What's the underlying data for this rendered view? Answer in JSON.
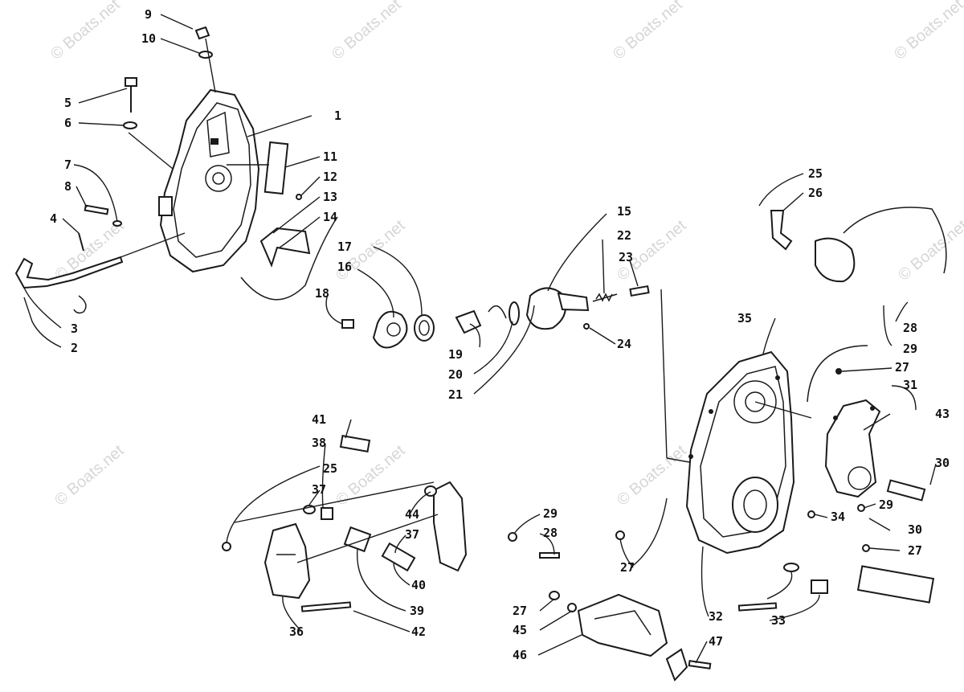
{
  "watermark": "© Boats.net",
  "callouts": [
    "1",
    "2",
    "3",
    "4",
    "5",
    "6",
    "7",
    "8",
    "9",
    "10",
    "11",
    "12",
    "13",
    "14",
    "15",
    "16",
    "17",
    "18",
    "19",
    "20",
    "21",
    "22",
    "23",
    "24",
    "25",
    "26",
    "27",
    "28",
    "29",
    "30",
    "31",
    "32",
    "33",
    "34",
    "35",
    "36",
    "37",
    "38",
    "39",
    "40",
    "41",
    "42",
    "43",
    "44",
    "45",
    "46",
    "47"
  ],
  "colors": {
    "line": "#1a1a1a",
    "watermark": "#d6d6d6",
    "background": "#ffffff"
  }
}
